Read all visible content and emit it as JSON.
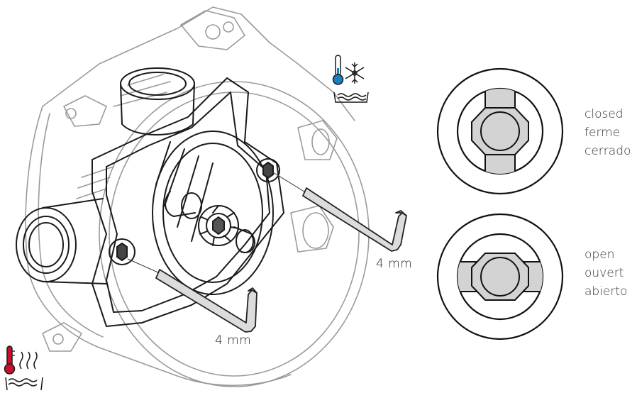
{
  "labels": {
    "wrench_size_right": "4 mm",
    "wrench_size_bottom": "4 mm"
  },
  "states": {
    "closed": {
      "lines": [
        "closed",
        "ferme",
        "cerrado"
      ]
    },
    "open": {
      "lines": [
        "open",
        "ouvert",
        "abierto"
      ]
    }
  },
  "icons": {
    "cold": "cold-water-icon",
    "hot": "hot-water-icon"
  },
  "colors": {
    "cold": "#1a7ec0",
    "hot": "#c8102e",
    "valve_fill": "#d3d3d3"
  }
}
